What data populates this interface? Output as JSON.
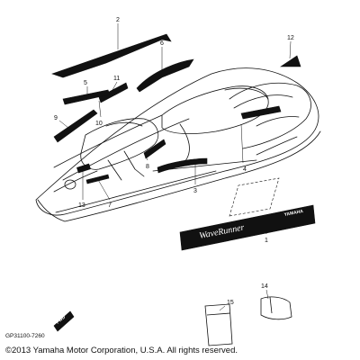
{
  "diagram": {
    "callouts": [
      "1",
      "2",
      "3",
      "4",
      "5",
      "6",
      "7",
      "8",
      "9",
      "10",
      "11",
      "12",
      "13",
      "14",
      "15"
    ],
    "fwd_label": "FWD",
    "decal_text": "WaveRunner",
    "decal_brand": "YAMAHA",
    "diagram_code": "GP31100-7260",
    "copyright": "©2013 Yamaha Motor Corporation, U.S.A. All rights reserved."
  },
  "colors": {
    "ink": "#111111",
    "paper": "#ffffff"
  }
}
